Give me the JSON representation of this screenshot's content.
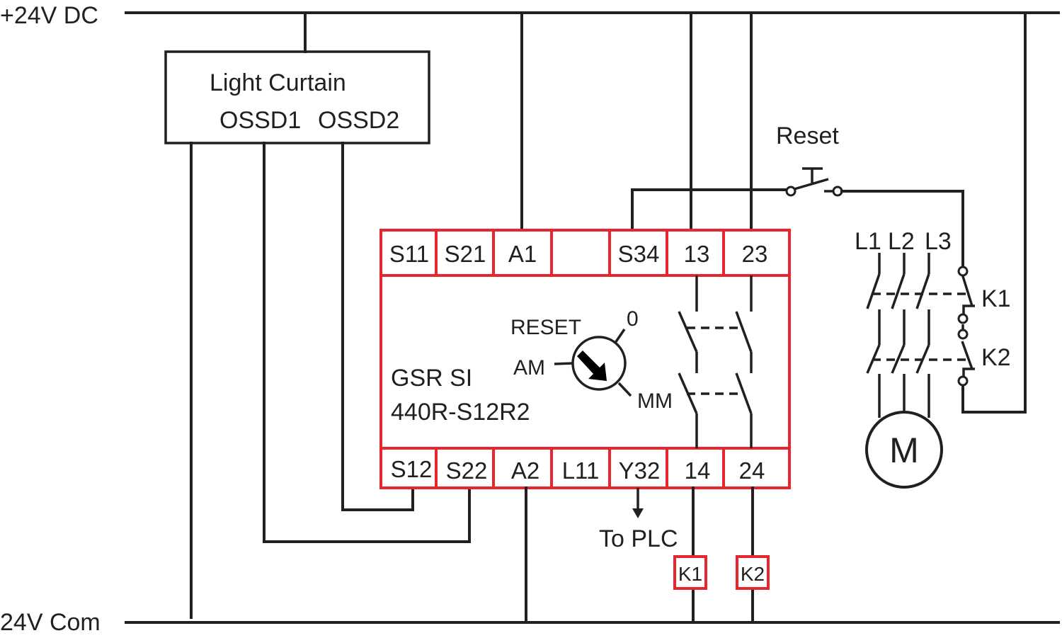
{
  "rails": {
    "top": "+24V DC",
    "bottom": "24V Com"
  },
  "light_curtain": {
    "title": "Light Curtain",
    "outputs": [
      "OSSD1",
      "OSSD2"
    ]
  },
  "safety_relay": {
    "name": "GSR SI",
    "model": "440R-S12R2",
    "top_terminals": [
      "S11",
      "S21",
      "A1",
      "",
      "S34",
      "13",
      "23"
    ],
    "bottom_terminals": [
      "S12",
      "S22",
      "A2",
      "L11",
      "Y32",
      "14",
      "24"
    ],
    "selector": {
      "labels": [
        "RESET",
        "0",
        "AM",
        "MM"
      ]
    }
  },
  "reset_button": {
    "label": "Reset"
  },
  "plc_output": {
    "label": "To PLC"
  },
  "coils": [
    "K1",
    "K2"
  ],
  "contactor_labels": [
    "K1",
    "K2"
  ],
  "phases": [
    "L1",
    "L2",
    "L3"
  ],
  "motor": {
    "label": "M"
  },
  "colors": {
    "wire": "#231f20",
    "relay_outline": "#e8262d"
  }
}
